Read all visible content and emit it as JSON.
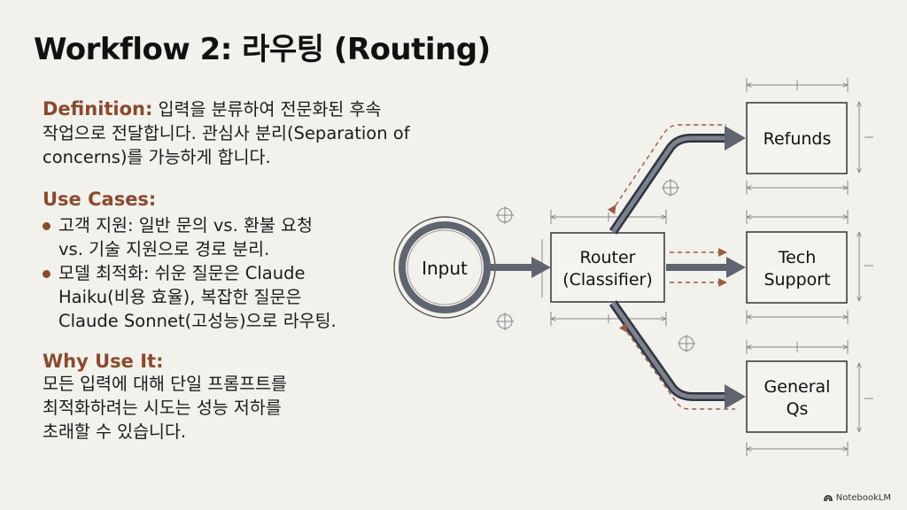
{
  "title": "Workflow 2: 라우팅 (Routing)",
  "definition": {
    "label": "Definition:",
    "text_1": "입력을 분류하여 전문화된 후속",
    "text_2": "작업으로 전달합니다. 관심사 분리(Separation of",
    "text_3": "concerns)를 가능하게 합니다."
  },
  "use_cases": {
    "label": "Use Cases:",
    "items": [
      {
        "line_1": "고객 지원: 일반 문의 vs. 환불 요청",
        "line_2": "vs. 기술 지원으로 경로 분리.",
        "line_3": ""
      },
      {
        "line_1": "모델 최적화: 쉬운 질문은 Claude",
        "line_2": "Haiku(비용 효율), 복잡한 질문은",
        "line_3": "Claude Sonnet(고성능)으로 라우팅."
      }
    ]
  },
  "why": {
    "label": "Why Use It:",
    "line_1": "모든 입력에 대해 단일 프롬프트를",
    "line_2": "최적화하려는 시도는 성능 저하를",
    "line_3": "초래할 수 있습니다."
  },
  "diagram": {
    "input_label": "Input",
    "router_line_1": "Router",
    "router_line_2": "(Classifier)",
    "refunds_label": "Refunds",
    "tech_line_1": "Tech",
    "tech_line_2": "Support",
    "general_line_1": "General",
    "general_line_2": "Qs"
  },
  "brand": "NotebookLM",
  "colors": {
    "background": "#f3f1ec",
    "heading_accent": "#8a4a2e",
    "arrow_gray": "#5e6470",
    "dashed_arrow": "#9a5a44"
  }
}
